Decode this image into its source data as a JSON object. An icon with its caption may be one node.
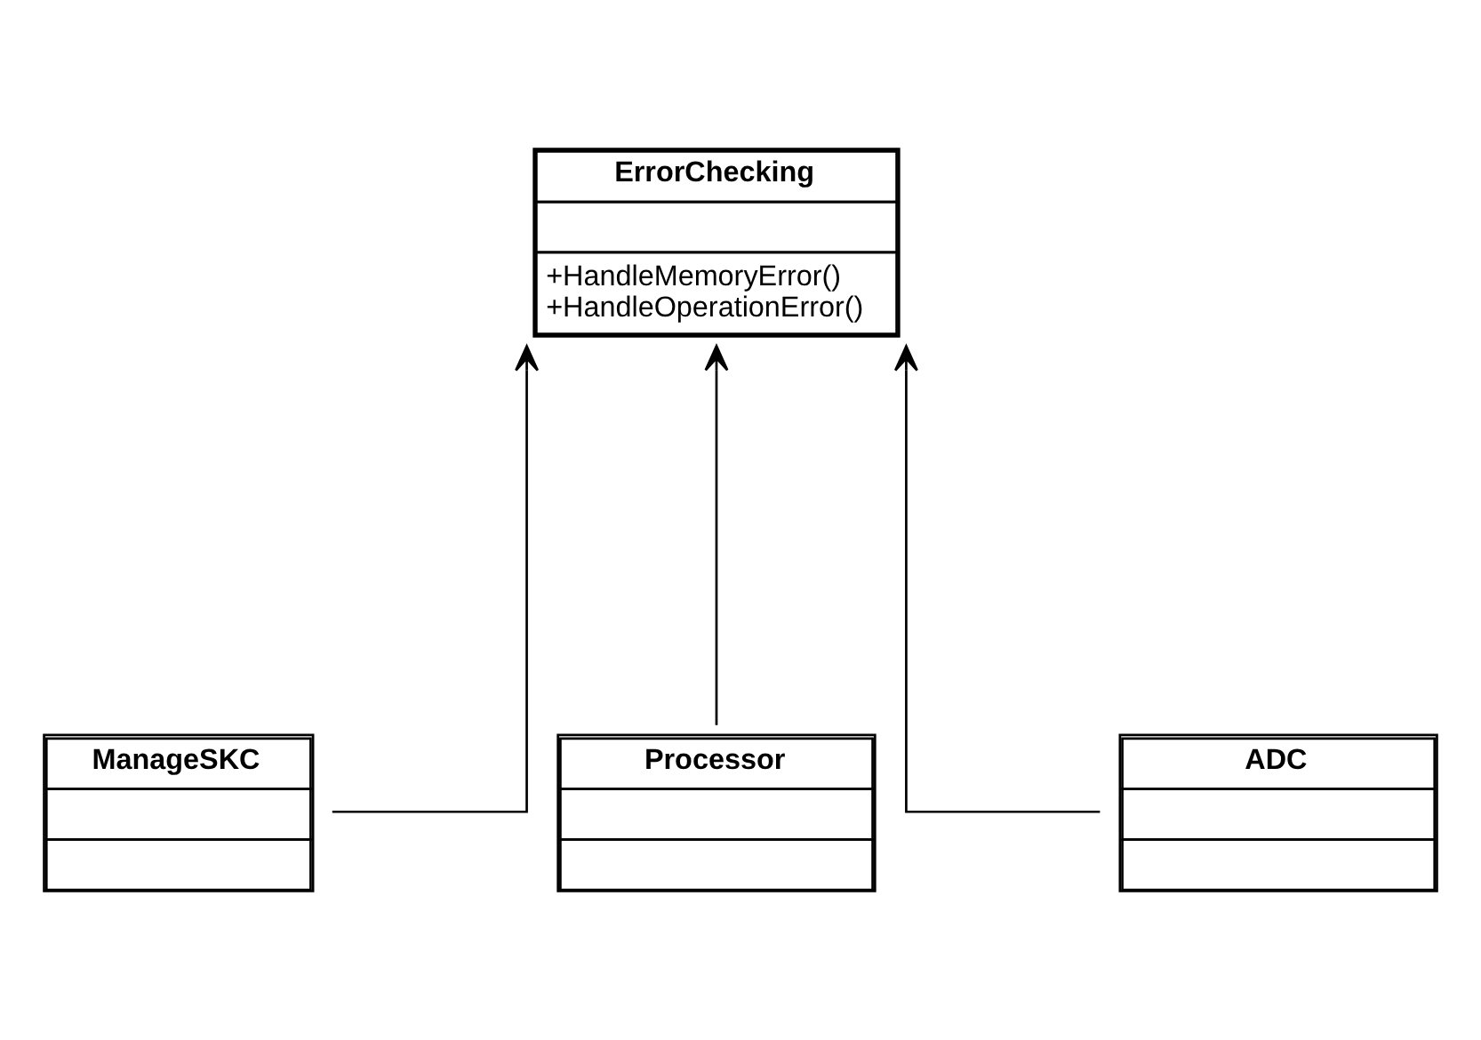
{
  "diagram": {
    "nodes": [
      {
        "text": [
          "ErrorChecking",
          "+HandleMemoryError()",
          "+HandleOperationError()"
        ]
      },
      {
        "text": [
          "ManageSKC"
        ]
      },
      {
        "text": [
          "Processor"
        ]
      },
      {
        "text": [
          "ADC"
        ]
      }
    ],
    "edges": [
      {
        "from": 1,
        "to": 0,
        "arrow": "to"
      },
      {
        "from": 2,
        "to": 0,
        "arrow": "to"
      },
      {
        "from": 3,
        "to": 0,
        "arrow": "to"
      }
    ]
  }
}
